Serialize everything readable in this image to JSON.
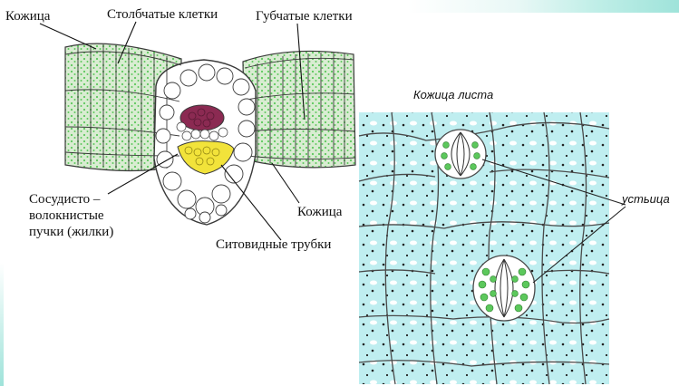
{
  "leaf_section": {
    "labels": {
      "epidermis_top": "Кожица",
      "palisade": "Столбчатые клетки",
      "spongy": "Губчатые клетки",
      "bundles_line1": "Сосудисто –",
      "bundles_line2": "волокнистые",
      "bundles_line3": "пучки (жилки)",
      "epidermis_bottom": "Кожица",
      "sieve_tubes": "Ситовидные трубки"
    },
    "colors": {
      "outline": "#3a3a3a",
      "green_cells": "#d8ecd2",
      "chloroplast": "#5cc85c",
      "xylem": "#8b2a52",
      "phloem": "#f2e33a"
    }
  },
  "leaf_skin": {
    "title": "Кожица листа",
    "stomata_label": "устьица",
    "colors": {
      "background": "#bfeef0",
      "cell_line": "#4a4a4a",
      "guard_cell": "#5cc85c"
    }
  },
  "decor_icons": [
    "corner-gradient-decoration"
  ]
}
